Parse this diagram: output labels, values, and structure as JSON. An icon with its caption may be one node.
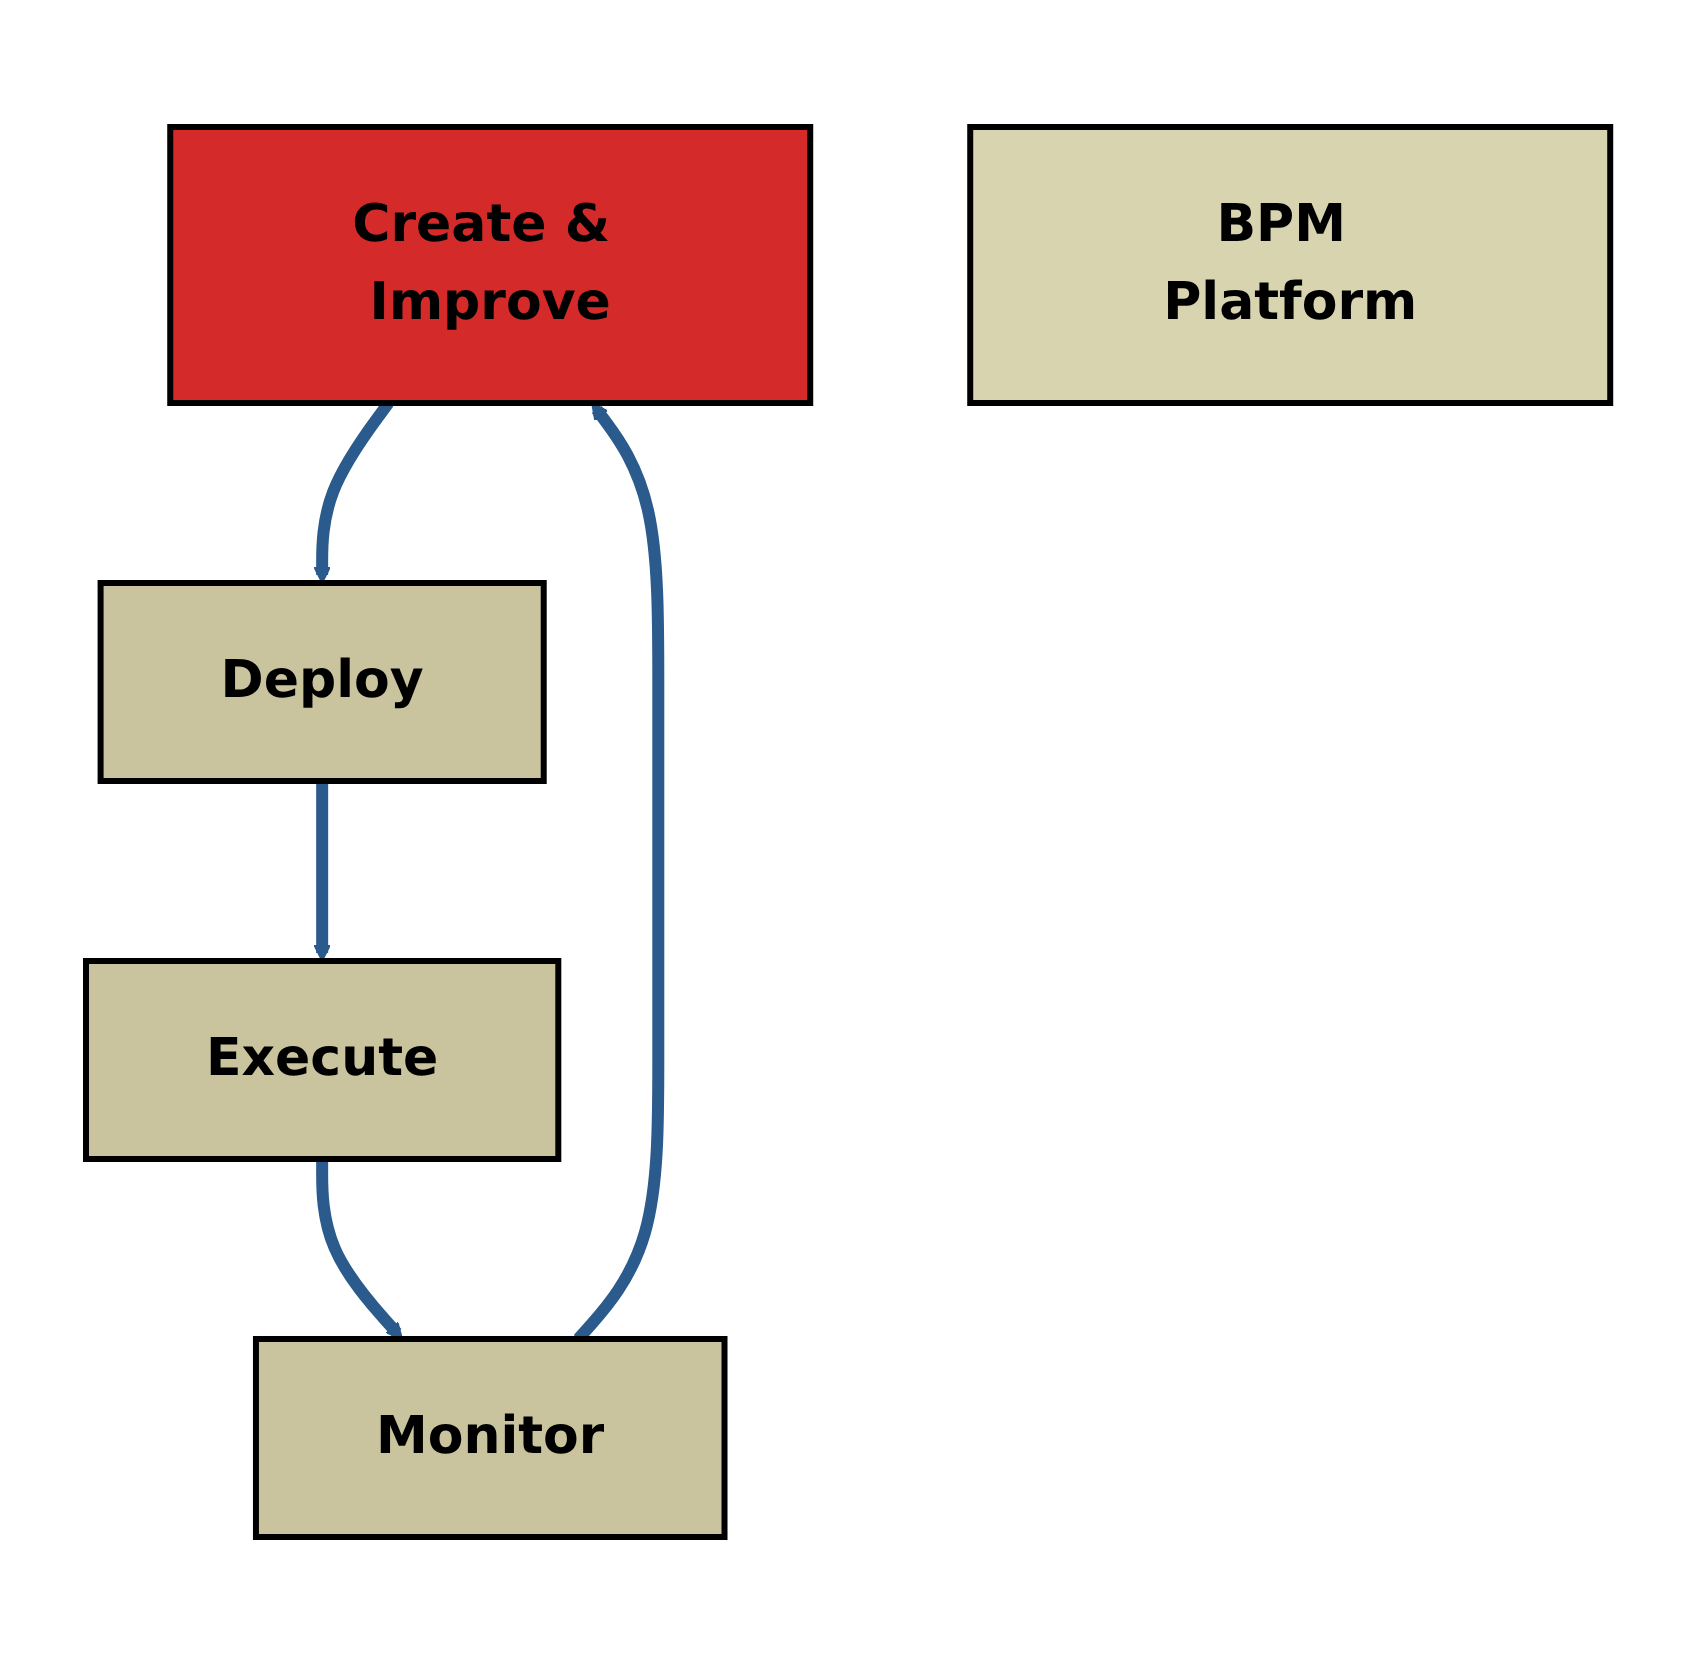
{
  "diagram": {
    "nodes": [
      {
        "text": [
          "Create & Improve"
        ]
      },
      {
        "text": [
          "Deploy"
        ]
      },
      {
        "text": [
          "BPM Platform"
        ]
      },
      {
        "text": [
          "Monitor"
        ]
      },
      {
        "text": [
          "Execute"
        ]
      }
    ],
    "edges": [
      {
        "from": 0,
        "to": 1,
        "arrow": "to"
      },
      {
        "from": 1,
        "to": 4,
        "arrow": "to"
      },
      {
        "from": 4,
        "to": 3,
        "arrow": "to"
      },
      {
        "from": 3,
        "to": 0,
        "arrow": "to"
      }
    ]
  }
}
